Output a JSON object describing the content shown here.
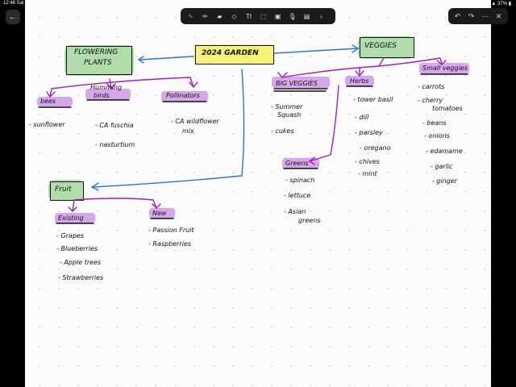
{
  "status": {
    "time": "12:48",
    "day": "Sat",
    "battery": "37%"
  },
  "toolbar": {
    "tools": [
      "pen-icon",
      "pencil-icon",
      "marker-icon",
      "eraser-icon",
      "text-icon",
      "lasso-icon",
      "image-icon",
      "mic-icon",
      "sticker-icon",
      "more-icon"
    ]
  },
  "colors": {
    "purple_ink": "#a020c0",
    "blue_ink": "#2a74d6",
    "green_highlight": "#9fd69a",
    "yellow_highlight": "#f6f277",
    "purple_highlight": "#c98be6"
  },
  "notes": {
    "center": "2024 GARDEN",
    "flowering": {
      "title1": "FLOWERING",
      "title2": "PLANTS",
      "bees": "bees",
      "hummingbirds1": "Humming",
      "hummingbirds2": "birds",
      "pollinators": "Pollinators"
    },
    "bees_items": [
      "- sunflower"
    ],
    "hb_items": [
      "- CA fuschia",
      "- nasturtium"
    ],
    "pol_items1": "- CA wildflower",
    "pol_items2": "mix",
    "veggies": "VEGGIES",
    "big_veggies": "BIG VEGGIES",
    "big_items": [
      "- Summer",
      "Squash",
      "- cukes"
    ],
    "herbs": "Herbs",
    "herb_items": [
      "- tower basil",
      "- dill",
      "- parsley",
      "- oregano",
      "- chives",
      "- mint"
    ],
    "small": "Small veggies",
    "small_items": [
      "- carrots",
      "- cherry",
      "tomatoes",
      "- beans",
      "- onions",
      "- edamame",
      "- garlic",
      "- ginger"
    ],
    "greens": "Greens",
    "greens_items": [
      "- spinach",
      "- lettuce",
      "- Asian",
      "greens"
    ],
    "fruit": "Fruit",
    "existing": "Existing",
    "existing_items": [
      "- Grapes",
      "- Blueberries",
      "- Apple trees",
      "- Strawberries"
    ],
    "new": "New",
    "new_items": [
      "- Passion Fruit",
      "- Raspberries"
    ]
  }
}
